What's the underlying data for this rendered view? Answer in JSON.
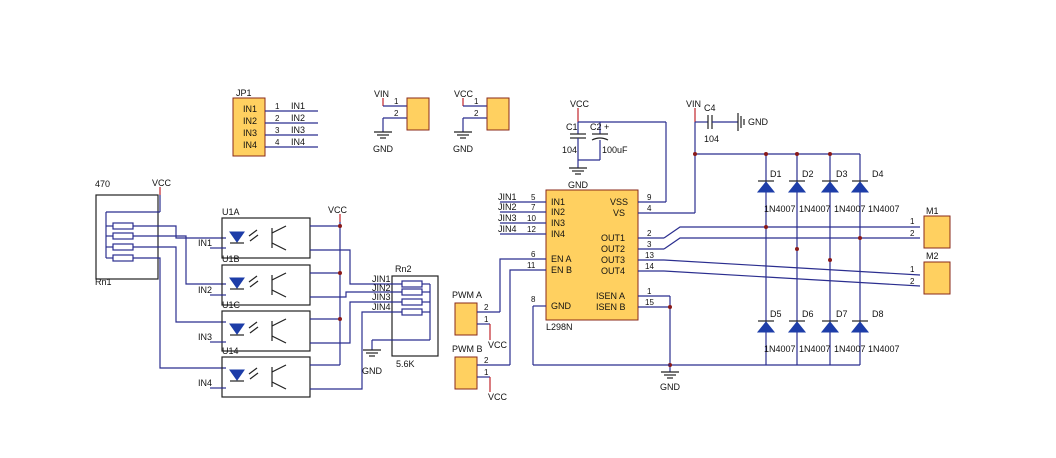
{
  "jp1": {
    "ref": "JP1",
    "inner_labels": [
      "IN1",
      "IN2",
      "IN3",
      "IN4"
    ],
    "pin_numbers": [
      "1",
      "2",
      "3",
      "4"
    ],
    "net_labels": [
      "IN1",
      "IN2",
      "IN3",
      "IN4"
    ]
  },
  "power_headers": [
    {
      "net": "VIN",
      "pins": [
        "1",
        "2"
      ],
      "gnd": "GND"
    },
    {
      "net": "VCC",
      "pins": [
        "1",
        "2"
      ],
      "gnd": "GND"
    }
  ],
  "rn1": {
    "ref": "Rn1",
    "value": "470",
    "vcc": "VCC"
  },
  "opto_refs": [
    "U1A",
    "U1B",
    "U1C",
    "U14"
  ],
  "opto_inputs": [
    "IN1",
    "IN2",
    "IN3",
    "IN4"
  ],
  "opto_vcc": "VCC",
  "rn2": {
    "ref": "Rn2",
    "value": "5.6K",
    "nets": [
      "JIN1",
      "JIN2",
      "JIN3",
      "JIN4"
    ],
    "gnd": "GND"
  },
  "l298": {
    "ref": "L298N",
    "left_pins": [
      {
        "net": "JIN1",
        "num": "5",
        "name": "IN1"
      },
      {
        "net": "JIN2",
        "num": "7",
        "name": "IN2"
      },
      {
        "net": "JIN3",
        "num": "10",
        "name": "IN3"
      },
      {
        "net": "JIN4",
        "num": "12",
        "name": "IN4"
      },
      {
        "net": "",
        "num": "6",
        "name": "EN A"
      },
      {
        "net": "",
        "num": "11",
        "name": "EN B"
      },
      {
        "net": "",
        "num": "8",
        "name": "GND"
      }
    ],
    "right_pins": [
      {
        "num": "9",
        "name": "VSS"
      },
      {
        "num": "4",
        "name": "VS"
      },
      {
        "num": "2",
        "name": "OUT1"
      },
      {
        "num": "3",
        "name": "OUT2"
      },
      {
        "num": "13",
        "name": "OUT3"
      },
      {
        "num": "14",
        "name": "OUT4"
      },
      {
        "num": "1",
        "name": "ISEN A"
      },
      {
        "num": "15",
        "name": "ISEN B"
      }
    ]
  },
  "caps": {
    "vcc": "VCC",
    "c1": {
      "ref": "C1",
      "value": "104"
    },
    "c2": {
      "ref": "C2",
      "plus": "+",
      "value": "100uF"
    },
    "gnd": "GND",
    "c4": {
      "net": "VIN",
      "ref": "C4",
      "value": "104",
      "gnd": "GND"
    }
  },
  "diodes": {
    "top_refs": [
      "D1",
      "D2",
      "D3",
      "D4"
    ],
    "bottom_refs": [
      "D5",
      "D6",
      "D7",
      "D8"
    ],
    "part": "1N4007"
  },
  "motors": [
    {
      "ref": "M1",
      "pins": [
        "1",
        "2"
      ]
    },
    {
      "ref": "M2",
      "pins": [
        "1",
        "2"
      ]
    }
  ],
  "pwm": [
    {
      "ref": "PWM A",
      "pins": [
        "2",
        "1"
      ],
      "vcc": "VCC"
    },
    {
      "ref": "PWM B",
      "pins": [
        "2",
        "1"
      ],
      "vcc": "VCC"
    }
  ],
  "gnd_main": "GND"
}
